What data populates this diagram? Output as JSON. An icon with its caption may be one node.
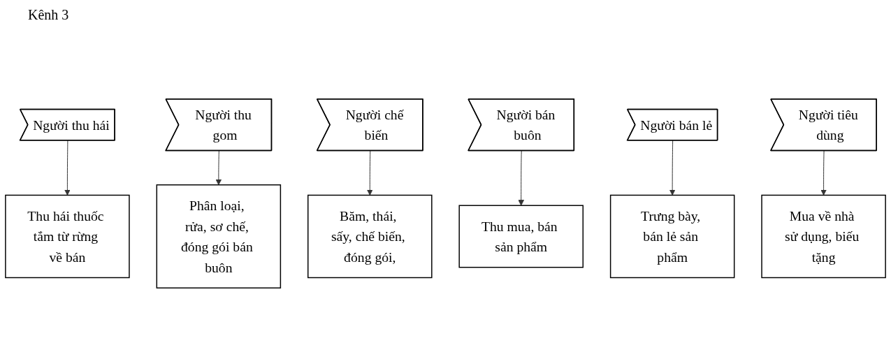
{
  "diagram": {
    "title": "Kênh 3",
    "nodes": [
      {
        "text": [
          "Người thu hái"
        ]
      },
      {
        "text": [
          "Người thu gom"
        ]
      },
      {
        "text": [
          "Người chế biến"
        ]
      },
      {
        "text": [
          "Người bán buôn"
        ]
      },
      {
        "text": [
          "Người bán lẻ"
        ]
      },
      {
        "text": [
          "Người tiêu dùng"
        ]
      },
      {
        "text": [
          "Thu hái thuốc tắm từ rừng về bán"
        ]
      },
      {
        "text": [
          "Phân loại, rửa, sơ chế, đóng gói bán buôn"
        ]
      },
      {
        "text": [
          "Băm, thái, sấy, chế biến, đóng gói,"
        ]
      },
      {
        "text": [
          "Thu mua, bán sản phẩm"
        ]
      },
      {
        "text": [
          "Trưng bày, bán lẻ sản phẩm"
        ]
      },
      {
        "text": [
          "Mua về nhà sử dụng, biếu tặng"
        ]
      }
    ],
    "edges": [
      {
        "from": 0,
        "to": 6,
        "arrow": "to"
      },
      {
        "from": 1,
        "to": 7,
        "arrow": "to"
      },
      {
        "from": 2,
        "to": 8,
        "arrow": "to"
      },
      {
        "from": 3,
        "to": 9,
        "arrow": "to"
      },
      {
        "from": 4,
        "to": 10,
        "arrow": "to"
      },
      {
        "from": 5,
        "to": 11,
        "arrow": "to"
      }
    ]
  }
}
